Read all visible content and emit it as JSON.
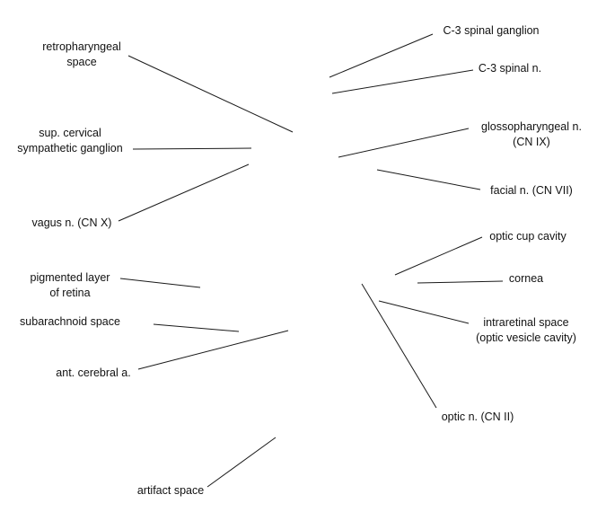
{
  "labels": {
    "retropharyngeal_space": [
      "retropharyngeal",
      "space"
    ],
    "sup_cervical_sympathetic_ganglion": [
      "sup. cervical",
      "sympathetic ganglion"
    ],
    "vagus_n": [
      "vagus n. (CN X)"
    ],
    "pigmented_layer_of_retina": [
      "pigmented layer",
      "of retina"
    ],
    "subarachnoid_space": [
      "subarachnoid space"
    ],
    "ant_cerebral_a": [
      "ant. cerebral a."
    ],
    "artifact_space": [
      "artifact space"
    ],
    "c3_spinal_ganglion": [
      "C-3 spinal ganglion"
    ],
    "c3_spinal_n": [
      "C-3 spinal n."
    ],
    "glossopharyngeal_n": [
      "glossopharyngeal n.",
      "(CN IX)"
    ],
    "facial_n": [
      "facial n. (CN VII)"
    ],
    "optic_cup_cavity": [
      "optic cup cavity"
    ],
    "cornea": [
      "cornea"
    ],
    "intraretinal_space": [
      "intraretinal space",
      "(optic vesicle cavity)"
    ],
    "optic_n": [
      "optic n. (CN II)"
    ]
  }
}
